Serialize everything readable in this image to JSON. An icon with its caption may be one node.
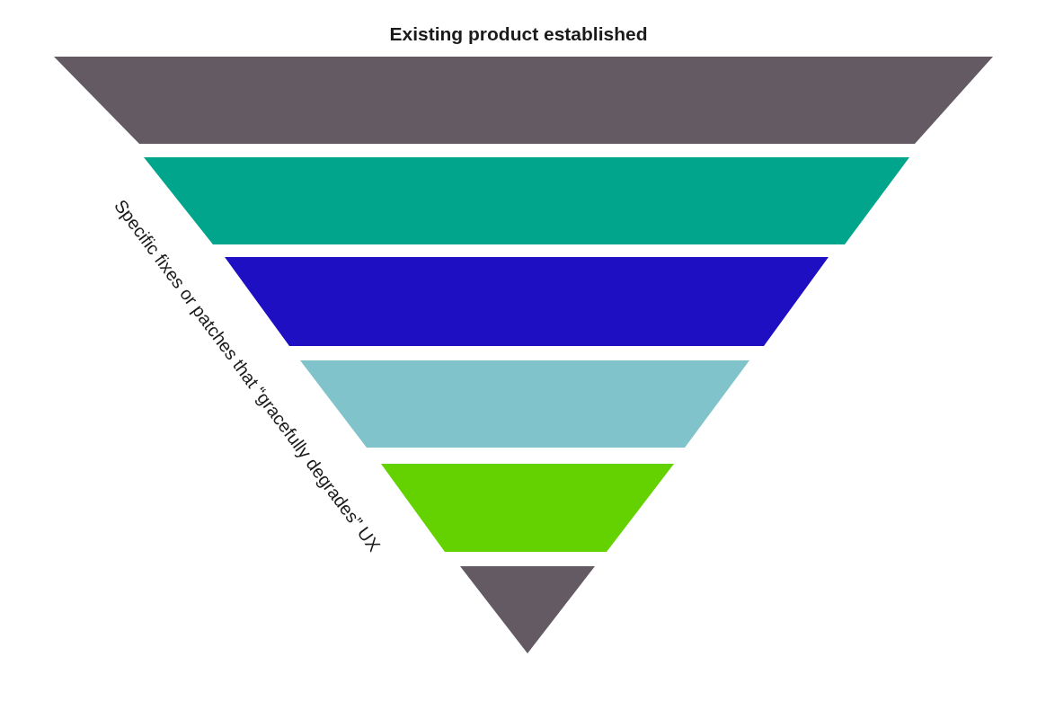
{
  "diagram": {
    "title": "Existing product established",
    "nodes": [
      {
        "text": [],
        "shape": "trapezoid"
      },
      {
        "text": [],
        "shape": "trapezoid"
      },
      {
        "text": [],
        "shape": "trapezoid"
      },
      {
        "text": [],
        "shape": "trapezoid"
      },
      {
        "text": [],
        "shape": "trapezoid"
      },
      {
        "text": [],
        "shape": "triangle"
      }
    ],
    "labels": [
      "Specific fixes or patches that “gracefully degrades” UX"
    ]
  }
}
